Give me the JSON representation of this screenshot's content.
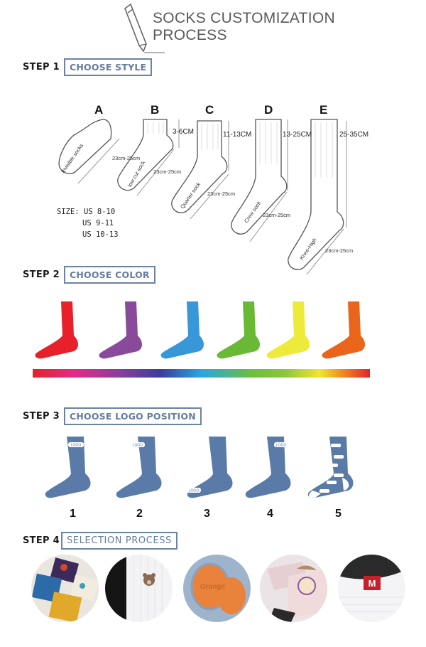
{
  "header": {
    "title_line1": "SOCKS CUSTOMIZATION",
    "title_line2": "PROCESS",
    "icon": "pencil-icon"
  },
  "steps": [
    {
      "number": "STEP 1",
      "label": "CHOOSE STYLE"
    },
    {
      "number": "STEP 2",
      "label": "CHOOSE COLOR"
    },
    {
      "number": "STEP 3",
      "label": "CHOOSE LOGO POSITION"
    },
    {
      "number": "STEP 4",
      "label": "SELECTION PROCESS"
    }
  ],
  "styles": [
    {
      "letter": "A",
      "name": "Invisible socks",
      "length": "23cm-25cm",
      "height": ""
    },
    {
      "letter": "B",
      "name": "low cut sock",
      "length": "23cm-25cm",
      "height": "3-6CM"
    },
    {
      "letter": "C",
      "name": "Quarter sock",
      "length": "23cm-25cm",
      "height": "11-13CM"
    },
    {
      "letter": "D",
      "name": "Crew sock",
      "length": "23cm-25cm",
      "height": "13-25CM"
    },
    {
      "letter": "E",
      "name": "Knee-High",
      "length": "23cm-25cm",
      "height": "25-35CM"
    }
  ],
  "sizes": {
    "label": "SIZE:",
    "values": [
      "US 8-10",
      "US 9-11",
      "US 10-13"
    ]
  },
  "colors": [
    {
      "name": "red",
      "hex": "#e8202a"
    },
    {
      "name": "purple",
      "hex": "#8a4a9c"
    },
    {
      "name": "blue",
      "hex": "#3797d8"
    },
    {
      "name": "green",
      "hex": "#6ab934"
    },
    {
      "name": "yellow",
      "hex": "#eeea3c"
    },
    {
      "name": "orange",
      "hex": "#ea6519"
    }
  ],
  "logo_positions": [
    {
      "number": "1",
      "tag": "LOGO"
    },
    {
      "number": "2",
      "tag": "LOGO"
    },
    {
      "number": "3",
      "tag": "LOGO"
    },
    {
      "number": "4",
      "tag": "LOGO"
    },
    {
      "number": "5",
      "tag": "LOGO"
    }
  ],
  "logo_sock_color": "#5a7ba8",
  "selection_photos": [
    {
      "name": "folded-patterned-socks"
    },
    {
      "name": "bear-embroidery-sock"
    },
    {
      "name": "orange-grip-sole"
    },
    {
      "name": "cartoon-print-sock"
    },
    {
      "name": "m-label-sock",
      "tag": "M"
    }
  ]
}
